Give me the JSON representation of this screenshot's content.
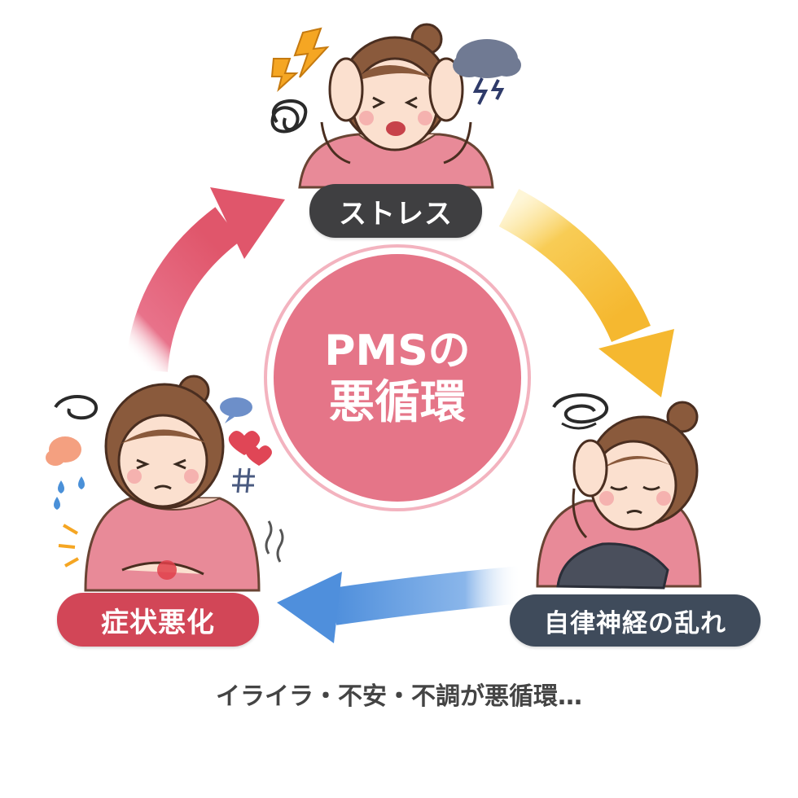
{
  "nodes": {
    "stress": "ストレス",
    "autonomic": "自律神経の乱れ",
    "symptom": "症状悪化"
  },
  "center": {
    "line1": "PMSの",
    "line2": "悪循環"
  },
  "caption": "イライラ・不安・不調が悪循環…",
  "colors": {
    "arrow_red": "#e0566b",
    "arrow_yellow": "#f5b830",
    "arrow_blue": "#4f8fdc",
    "center": "#e57588",
    "shirt": "#e88a98",
    "hair": "#8a5a3c"
  }
}
